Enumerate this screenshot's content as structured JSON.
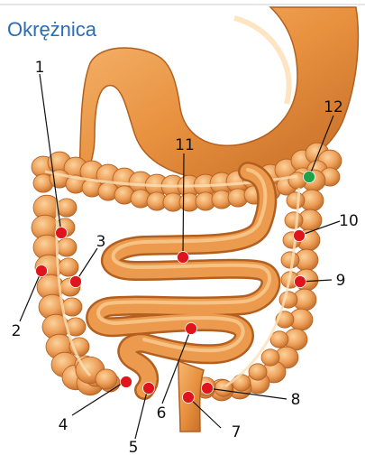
{
  "title": "Okrężnica",
  "colors": {
    "title": "#2a6db5",
    "organ": "#e8913f",
    "organ_light": "#f7c486",
    "organ_dark": "#b35f1f",
    "marker_red": "#e0141c",
    "marker_green": "#1ea34a"
  },
  "markers": [
    {
      "label": "1",
      "color": "red"
    },
    {
      "label": "2",
      "color": "red"
    },
    {
      "label": "3",
      "color": "red"
    },
    {
      "label": "4",
      "color": "red"
    },
    {
      "label": "5",
      "color": "red"
    },
    {
      "label": "6",
      "color": "red"
    },
    {
      "label": "7",
      "color": "red"
    },
    {
      "label": "8",
      "color": "red"
    },
    {
      "label": "9",
      "color": "red"
    },
    {
      "label": "10",
      "color": "red"
    },
    {
      "label": "11",
      "color": "red"
    },
    {
      "label": "12",
      "color": "green"
    }
  ]
}
